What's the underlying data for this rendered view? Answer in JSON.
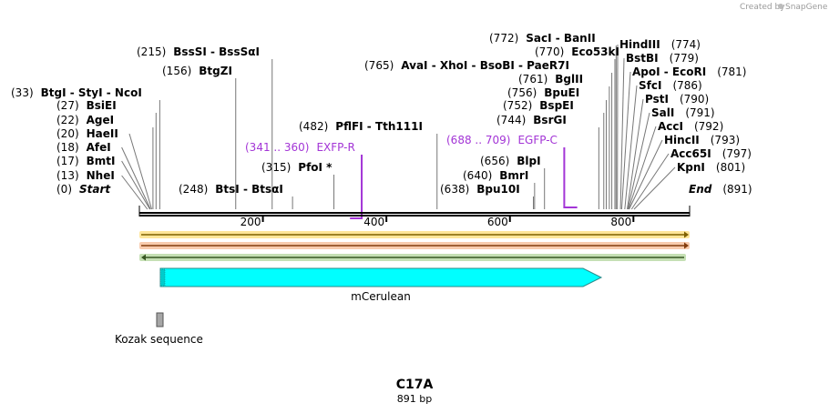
{
  "credit": {
    "text": "Created by",
    "brand": "SnapGene"
  },
  "sequence": {
    "name": "C17A",
    "length_label": "891 bp",
    "length": 891
  },
  "ruler": {
    "ticks": [
      200,
      400,
      600,
      800
    ]
  },
  "sites": [
    {
      "label": "Start",
      "pos": "(0)",
      "at": 0,
      "italic": true
    },
    {
      "label": "NheI",
      "pos": "(13)",
      "at": 13
    },
    {
      "label": "BmtI",
      "pos": "(17)",
      "at": 17
    },
    {
      "label": "AfeI",
      "pos": "(18)",
      "at": 18
    },
    {
      "label": "HaeII",
      "pos": "(20)",
      "at": 20
    },
    {
      "label": "AgeI",
      "pos": "(22)",
      "at": 22
    },
    {
      "label": "BsiEI",
      "pos": "(27)",
      "at": 27
    },
    {
      "label": "BtgI - StyI - NcoI",
      "pos": "(33)",
      "at": 33
    },
    {
      "label": "BtgZI",
      "pos": "(156)",
      "at": 156
    },
    {
      "label": "BssSI - BssSαI",
      "pos": "(215)",
      "at": 215
    },
    {
      "label": "BtsI - BtsαI",
      "pos": "(248)",
      "at": 248
    },
    {
      "label": "PfoI *",
      "pos": "(315)",
      "at": 315
    },
    {
      "label": "PflFI - Tth111I",
      "pos": "(482)",
      "at": 482
    },
    {
      "label": "Bpu10I",
      "pos": "(638)",
      "at": 638
    },
    {
      "label": "BmrI",
      "pos": "(640)",
      "at": 640
    },
    {
      "label": "BlpI",
      "pos": "(656)",
      "at": 656
    },
    {
      "label": "BsrGI",
      "pos": "(744)",
      "at": 744
    },
    {
      "label": "BspEI",
      "pos": "(752)",
      "at": 752
    },
    {
      "label": "BpuEI",
      "pos": "(756)",
      "at": 756
    },
    {
      "label": "BglII",
      "pos": "(761)",
      "at": 761
    },
    {
      "label": "AvaI - XhoI - BsoBI - PaeR7I",
      "pos": "(765)",
      "at": 765
    },
    {
      "label": "Eco53kI",
      "pos": "(770)",
      "at": 770
    },
    {
      "label": "SacI - BanII",
      "pos": "(772)",
      "at": 772
    },
    {
      "label": "HindIII",
      "pos": "(774)",
      "at": 774
    },
    {
      "label": "BstBI",
      "pos": "(779)",
      "at": 779
    },
    {
      "label": "ApoI - EcoRI",
      "pos": "(781)",
      "at": 781
    },
    {
      "label": "SfcI",
      "pos": "(786)",
      "at": 786
    },
    {
      "label": "PstI",
      "pos": "(790)",
      "at": 790
    },
    {
      "label": "SalI",
      "pos": "(791)",
      "at": 791
    },
    {
      "label": "AccI",
      "pos": "(792)",
      "at": 792
    },
    {
      "label": "HincII",
      "pos": "(793)",
      "at": 793
    },
    {
      "label": "Acc65I",
      "pos": "(797)",
      "at": 797
    },
    {
      "label": "KpnI",
      "pos": "(801)",
      "at": 801
    },
    {
      "label": "End",
      "pos": "(891)",
      "at": 891,
      "italic": true
    }
  ],
  "primers": [
    {
      "name": "EXFP-R",
      "range": "(341 .. 360)",
      "start": 341,
      "end": 360,
      "direction": "reverse"
    },
    {
      "name": "EGFP-C",
      "range": "(688 .. 709)",
      "start": 688,
      "end": 709,
      "direction": "forward"
    }
  ],
  "features": [
    {
      "name": "mCerulean",
      "start": 34,
      "end": 753,
      "color": "#00ffff"
    },
    {
      "name": "Kozak sequence",
      "start": 28,
      "end": 38,
      "color": "#a6a6a6"
    }
  ],
  "colors": {
    "primer": "#a335d6",
    "orf_fill_1": "#ffe699",
    "orf_fill_2": "#f8cbad",
    "orf_fill_3": "#c5e0b4",
    "orf_line_1": "#7f6000",
    "orf_line_2": "#843c0c",
    "orf_line_3": "#385723"
  }
}
